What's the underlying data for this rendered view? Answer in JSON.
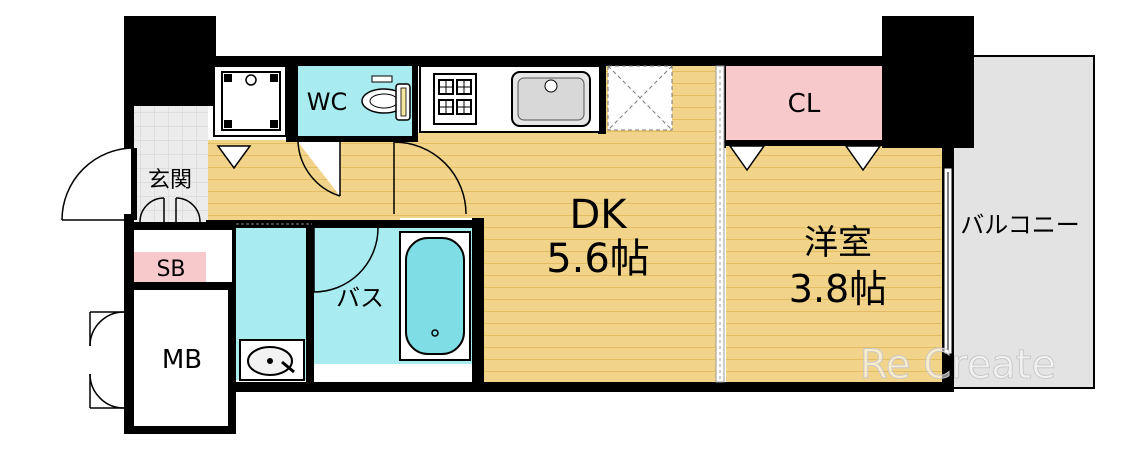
{
  "floor_plan": {
    "rooms": {
      "genkan": "玄関",
      "wc": "WC",
      "shoe_box": "SB",
      "bath": "バス",
      "meter_box": "MB",
      "dk_name": "DK",
      "dk_size": "5.6帖",
      "closet": "CL",
      "western_room_name": "洋室",
      "western_room_size": "3.8帖",
      "balcony": "バルコニー"
    },
    "watermark": "Re Create"
  },
  "colors": {
    "wall": "#000000",
    "wood_floor": "#f1d489",
    "wood_line": "#e2bd62",
    "wet_area": "#a8ecf0",
    "closet": "#f8c9cb",
    "shoe_box": "#f8c9cb",
    "genkan_tile": "#e6e6e6",
    "balcony": "#e3e3e3"
  }
}
